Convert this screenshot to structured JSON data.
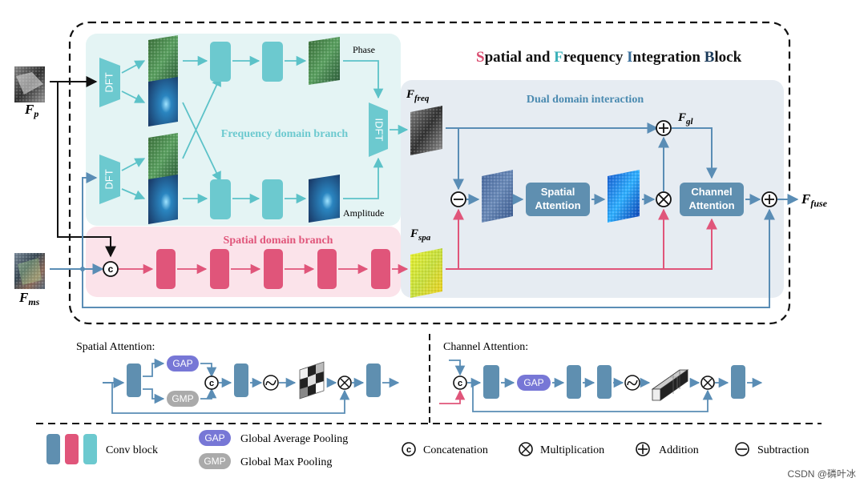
{
  "title": {
    "s": "S",
    "rest1": "patial and ",
    "f": "F",
    "rest2": "requency ",
    "i": "I",
    "rest3": "ntegration ",
    "b": "B",
    "rest4": "lock"
  },
  "branches": {
    "frequency": "Frequency domain branch",
    "spatial": "Spatial domain branch",
    "dual": "Dual domain interaction"
  },
  "blocks": {
    "dft": "DFT",
    "idft": "IDFT",
    "spatial_attention_line1": "Spatial",
    "spatial_attention_line2": "Attention",
    "channel_attention_line1": "Channel",
    "channel_attention_line2": "Attention",
    "gap": "GAP",
    "gmp": "GMP",
    "concat_symbol": "c"
  },
  "labels": {
    "phase": "Phase",
    "amplitude": "Amplitude",
    "fp_main": "F",
    "fp_sub": "p",
    "fms_main": "F",
    "fms_sub": "ms",
    "ffreq_main": "F",
    "ffreq_sub": "freq",
    "fspa_main": "F",
    "fspa_sub": "spa",
    "fgl_main": "F",
    "fgl_sub": "gl",
    "ffuse_main": "F",
    "ffuse_sub": "fuse"
  },
  "sub_diagrams": {
    "spatial_attention_title": "Spatial Attention:",
    "channel_attention_title": "Channel Attention:"
  },
  "legend": {
    "conv_block": "Conv block",
    "gap_label": "GAP",
    "gap_desc": "Global Average Pooling",
    "gmp_label": "GMP",
    "gmp_desc": "Global Max Pooling",
    "concatenation": "Concatenation",
    "multiplication": "Multiplication",
    "addition": "Addition",
    "subtraction": "Subtraction"
  },
  "watermark": "CSDN @磷叶冰",
  "colors": {
    "conv_blue": "#5f8fb0",
    "conv_pink": "#e0557a",
    "conv_cyan": "#6cc9cf",
    "freq_bg": "#e4f4f4",
    "spatial_bg": "#fbe3ea",
    "dual_bg": "#e6ecf2",
    "arrow_blue": "#5a8db5",
    "arrow_pink": "#e0557a",
    "arrow_cyan": "#5cc2c8",
    "title_s": "#d94a6e",
    "title_f": "#39b0b8",
    "title_i": "#3a6e9a",
    "gap_pill": "#7777d6",
    "gmp_pill": "#aaaaaa"
  }
}
